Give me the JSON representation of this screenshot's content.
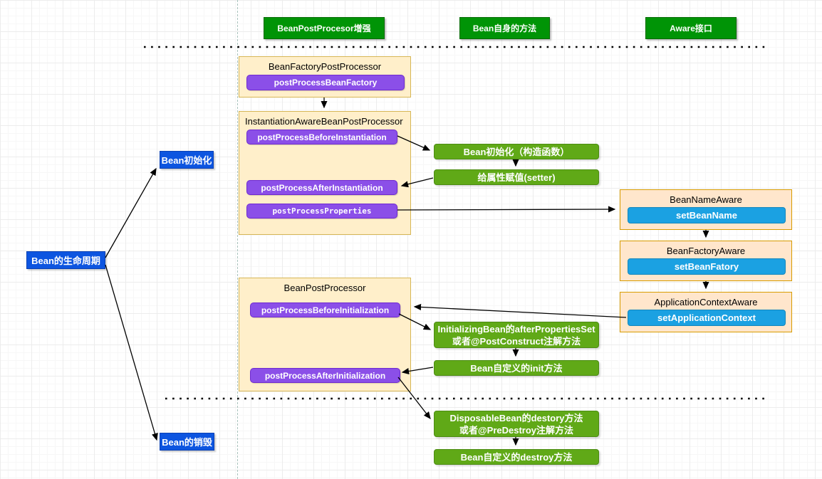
{
  "colors": {
    "header_green": "#009406",
    "node_green": "#60a917",
    "node_green_border": "#4c8c13",
    "method_purple": "#8b4fe8",
    "method_purple_border": "#6f2ad0",
    "lifecycle_blue": "#0d55e0",
    "aware_method_blue": "#1ba1e2",
    "panel_yellow": "#ffefca",
    "panel_yellow_border": "#d6b656",
    "panel_peach": "#ffe6cc",
    "panel_peach_border": "#d79b00"
  },
  "headers": {
    "post_processor": "BeanPostProcesor增强",
    "bean_methods": "Bean自身的方法",
    "aware": "Aware接口"
  },
  "lifecycle": {
    "root": "Bean的生命周期",
    "init": "Bean初始化",
    "destroy": "Bean的销毁"
  },
  "panels": {
    "bean_factory_post_processor": {
      "title": "BeanFactoryPostProcessor",
      "method": "postProcessBeanFactory"
    },
    "instantiation_aware": {
      "title": "InstantiationAwareBeanPostProcessor",
      "before_instantiation": "postProcessBeforeInstantiation",
      "after_instantiation": "postProcessAfterInstantiation",
      "properties": "postProcessProperties"
    },
    "bean_post_processor": {
      "title": "BeanPostProcessor",
      "before_initialization": "postProcessBeforeInitialization",
      "after_initialization": "postProcessAfterInitialization"
    }
  },
  "aware_panels": [
    {
      "title": "BeanNameAware",
      "method": "setBeanName"
    },
    {
      "title": "BeanFactoryAware",
      "method": "setBeanFatory"
    },
    {
      "title": "ApplicationContextAware",
      "method": "setApplicationContext"
    }
  ],
  "steps": {
    "construct": "Bean初始化（构造函数）",
    "setter": "给属性赋值(setter)",
    "after_properties_line1": "InitializingBean的afterPropertiesSet",
    "after_properties_line2": "或者@PostConstruct注解方法",
    "custom_init": "Bean自定义的init方法",
    "destroy_line1": "DisposableBean的destory方法",
    "destroy_line2": "或者@PreDestroy注解方法",
    "custom_destroy": "Bean自定义的destroy方法"
  }
}
